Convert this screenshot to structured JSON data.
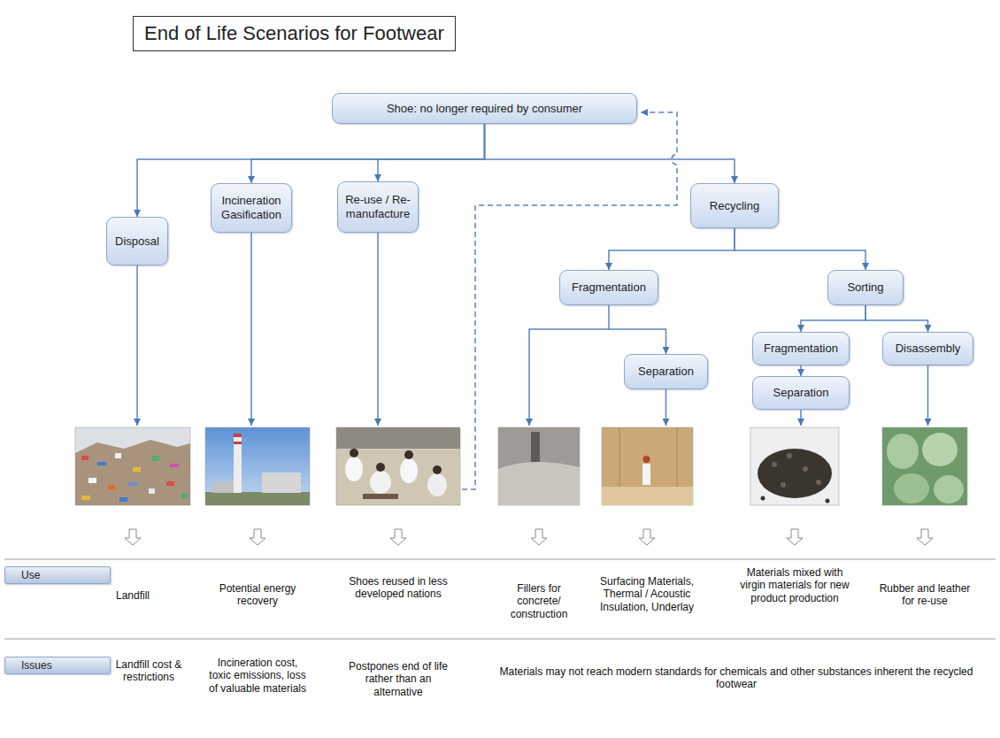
{
  "diagram": {
    "title": "End of Life Scenarios for Footwear",
    "nodes": [
      {
        "text": [
          "Shoe: no longer required by consumer"
        ]
      },
      {
        "text": [
          "Disposal"
        ]
      },
      {
        "text": [
          "Incineration Gasification"
        ]
      },
      {
        "text": [
          "Re-use / Re-manufacture"
        ]
      },
      {
        "text": [
          "Recycling"
        ]
      },
      {
        "text": [
          "Fragmentation"
        ]
      },
      {
        "text": [
          "Sorting"
        ]
      },
      {
        "text": [
          "Separation"
        ]
      },
      {
        "text": [
          "Fragmentation"
        ]
      },
      {
        "text": [
          "Disassembly"
        ]
      },
      {
        "text": [
          "Separation"
        ]
      },
      {
        "text": [
          "Use"
        ]
      },
      {
        "text": [
          "Issues"
        ]
      }
    ],
    "edges": [
      {
        "from": 0,
        "to": 1,
        "arrow": "to"
      },
      {
        "from": 0,
        "to": 2,
        "arrow": "to"
      },
      {
        "from": 0,
        "to": 3,
        "arrow": "to"
      },
      {
        "from": 0,
        "to": 4,
        "arrow": "to"
      },
      {
        "from": 4,
        "to": 5,
        "arrow": "to"
      },
      {
        "from": 4,
        "to": 6,
        "arrow": "to"
      },
      {
        "from": 5,
        "to": 7,
        "arrow": "to"
      },
      {
        "from": 6,
        "to": 8,
        "arrow": "to"
      },
      {
        "from": 6,
        "to": 9,
        "arrow": "to"
      },
      {
        "from": 8,
        "to": 10,
        "arrow": "to"
      }
    ],
    "labels": [
      "Landfill",
      "Potential energy recovery",
      "Shoes reused in less developed nations",
      "Fillers for concrete/ construction",
      "Surfacing Materials, Thermal / Acoustic Insulation, Underlay",
      "Materials mixed with virgin materials for new product production",
      "Rubber and leather for re-use",
      "Landfill cost & restrictions",
      "Incineration cost, toxic emissions, loss of valuable materials",
      "Postpones end of life rather than an alternative",
      "Materials may not reach modern standards for chemicals and other substances inherent the recycled footwear"
    ]
  }
}
